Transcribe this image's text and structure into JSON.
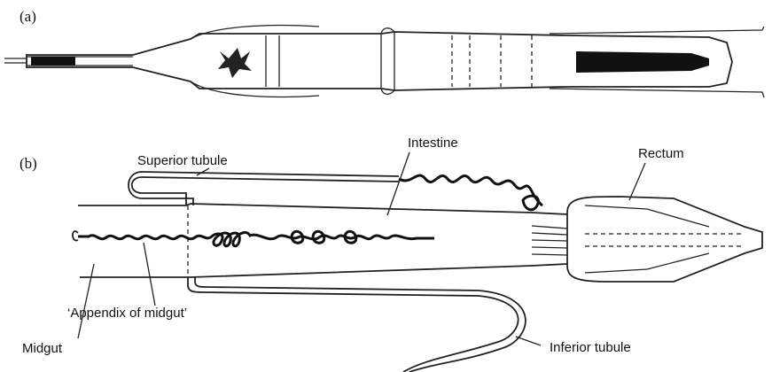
{
  "panels": {
    "a": "(a)",
    "b": "(b)"
  },
  "labels": {
    "superior_tubule": "Superior tubule",
    "intestine": "Intestine",
    "rectum": "Rectum",
    "appendix_of_midgut": "‘Appendix of midgut’",
    "midgut": "Midgut",
    "inferior_tubule": "Inferior tubule"
  },
  "colors": {
    "ink": "#111111",
    "background": "#ffffff"
  }
}
